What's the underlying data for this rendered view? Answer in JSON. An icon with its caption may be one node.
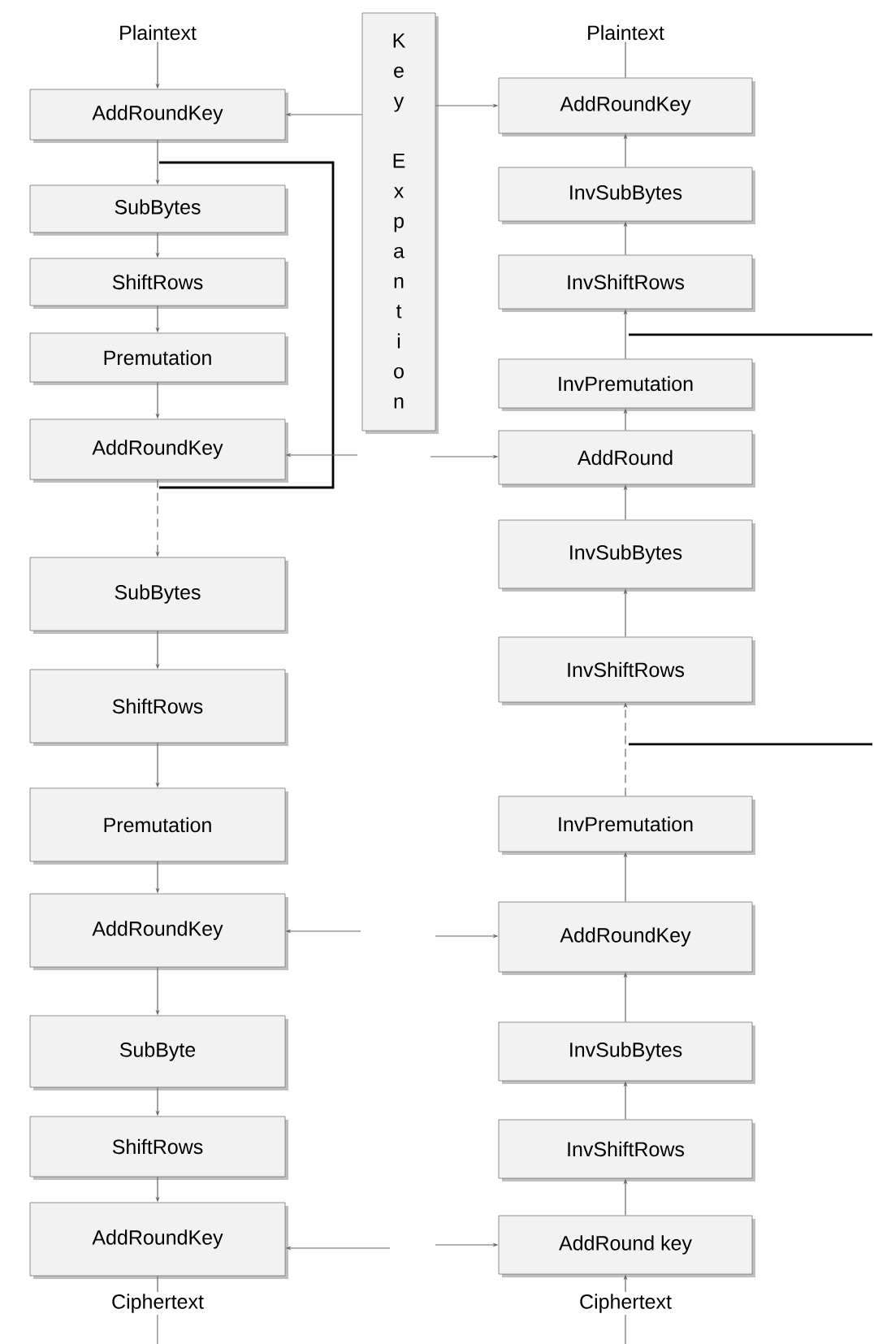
{
  "diagram": {
    "nodes": [
      {
        "text": [
          "Plaintext"
        ]
      },
      {
        "text": [
          "AddRoundKey"
        ]
      },
      {
        "text": [
          "SubBytes"
        ]
      },
      {
        "text": [
          "ShiftRows"
        ]
      },
      {
        "text": [
          "Premutation"
        ]
      },
      {
        "text": [
          "AddRoundKey"
        ]
      },
      {
        "text": [
          "SubBytes"
        ]
      },
      {
        "text": [
          "ShiftRows"
        ]
      },
      {
        "text": [
          "Premutation"
        ]
      },
      {
        "text": [
          "AddRoundKey"
        ]
      },
      {
        "text": [
          "SubByte"
        ]
      },
      {
        "text": [
          "ShiftRows"
        ]
      },
      {
        "text": [
          "AddRoundKey"
        ]
      },
      {
        "text": [
          "Ciphertext"
        ]
      },
      {
        "text": [
          "Key Expantion"
        ]
      },
      {
        "text": [
          "Plaintext"
        ]
      },
      {
        "text": [
          "AddRoundKey"
        ]
      },
      {
        "text": [
          "InvSubBytes"
        ]
      },
      {
        "text": [
          "InvShiftRows"
        ]
      },
      {
        "text": [
          "InvPremutation"
        ]
      },
      {
        "text": [
          "AddRound"
        ]
      },
      {
        "text": [
          "InvSubBytes"
        ]
      },
      {
        "text": [
          "InvShiftRows"
        ]
      },
      {
        "text": [
          "InvPremutation"
        ]
      },
      {
        "text": [
          "AddRoundKey"
        ]
      },
      {
        "text": [
          "InvSubBytes"
        ]
      },
      {
        "text": [
          "InvShiftRows"
        ]
      },
      {
        "text": [
          "AddRound key"
        ]
      },
      {
        "text": [
          "Ciphertext"
        ]
      }
    ],
    "edges": [
      {
        "from": 0,
        "to": 1,
        "arrow": "to"
      },
      {
        "from": 1,
        "to": 2,
        "arrow": "to"
      },
      {
        "from": 2,
        "to": 3,
        "arrow": "to"
      },
      {
        "from": 3,
        "to": 4,
        "arrow": "to"
      },
      {
        "from": 4,
        "to": 5,
        "arrow": "to"
      },
      {
        "from": 5,
        "to": 6,
        "arrow": "to",
        "style": "dashed"
      },
      {
        "from": 6,
        "to": 7,
        "arrow": "to"
      },
      {
        "from": 7,
        "to": 8,
        "arrow": "to"
      },
      {
        "from": 8,
        "to": 9,
        "arrow": "to"
      },
      {
        "from": 9,
        "to": 10,
        "arrow": "to"
      },
      {
        "from": 10,
        "to": 11,
        "arrow": "to"
      },
      {
        "from": 11,
        "to": 12,
        "arrow": "to"
      },
      {
        "from": 12,
        "to": 13,
        "arrow": "none"
      },
      {
        "from": 13,
        "to": null,
        "arrow": "none"
      },
      {
        "from": 14,
        "to": 1,
        "arrow": "to"
      },
      {
        "from": 14,
        "to": 16,
        "arrow": "to"
      },
      {
        "from": null,
        "to": 5,
        "arrow": "to"
      },
      {
        "from": null,
        "to": 20,
        "arrow": "to"
      },
      {
        "from": null,
        "to": 9,
        "arrow": "to"
      },
      {
        "from": null,
        "to": 24,
        "arrow": "to"
      },
      {
        "from": null,
        "to": 12,
        "arrow": "to"
      },
      {
        "from": null,
        "to": 27,
        "arrow": "to"
      },
      {
        "from": null,
        "to": 28,
        "arrow": "none"
      },
      {
        "from": 28,
        "to": 27,
        "arrow": "to"
      },
      {
        "from": 27,
        "to": 26,
        "arrow": "to"
      },
      {
        "from": 26,
        "to": 25,
        "arrow": "to"
      },
      {
        "from": 25,
        "to": 24,
        "arrow": "to"
      },
      {
        "from": 24,
        "to": 23,
        "arrow": "to"
      },
      {
        "from": 23,
        "to": 22,
        "arrow": "to",
        "style": "dashed"
      },
      {
        "from": 22,
        "to": 21,
        "arrow": "to"
      },
      {
        "from": 21,
        "to": 20,
        "arrow": "to"
      },
      {
        "from": 20,
        "to": 19,
        "arrow": "to"
      },
      {
        "from": 19,
        "to": 18,
        "arrow": "to"
      },
      {
        "from": 18,
        "to": 17,
        "arrow": "to"
      },
      {
        "from": 17,
        "to": 16,
        "arrow": "to"
      },
      {
        "from": 16,
        "to": 15,
        "arrow": "none"
      }
    ]
  }
}
